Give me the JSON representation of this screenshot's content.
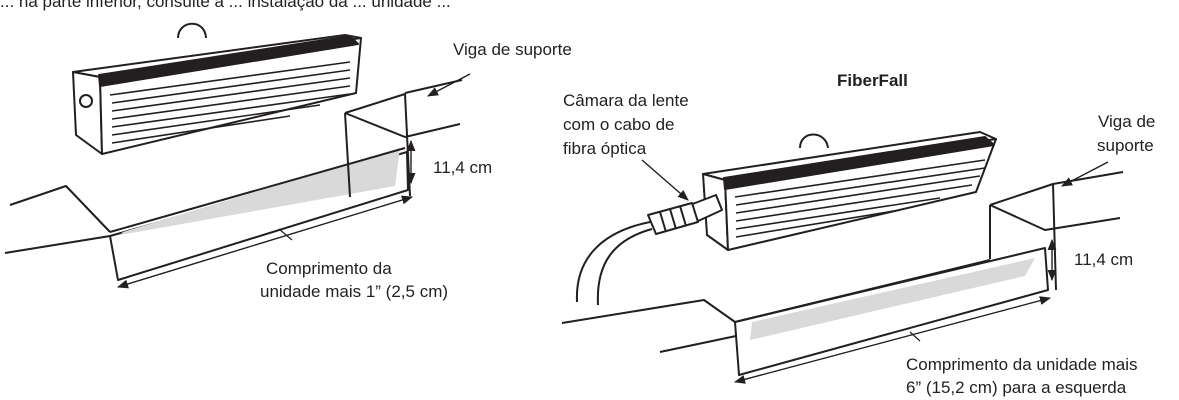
{
  "header": {
    "caption": "... na parte inferior, consulte a ... instalação da ... unidade ..."
  },
  "left_diagram": {
    "support_beam_label": "Viga de suporte",
    "height_label": "11,4 cm",
    "length_label_line1": "Comprimento da",
    "length_label_line2": "unidade mais 1” (2,5 cm)"
  },
  "right_diagram": {
    "title": "FiberFall",
    "lens_label_line1": "Câmara da lente",
    "lens_label_line2": "com o cabo de",
    "lens_label_line3": "fibra óptica",
    "support_beam_label_line1": "Viga de",
    "support_beam_label_line2": "suporte",
    "height_label": "11,4 cm",
    "length_label_line1": "Comprimento da unidade mais",
    "length_label_line2": "6” (15,2 cm) para a esquerda"
  },
  "colors": {
    "line": "#231f20",
    "shade": "#d9d9d9",
    "fixture_body": "#ffffff"
  }
}
